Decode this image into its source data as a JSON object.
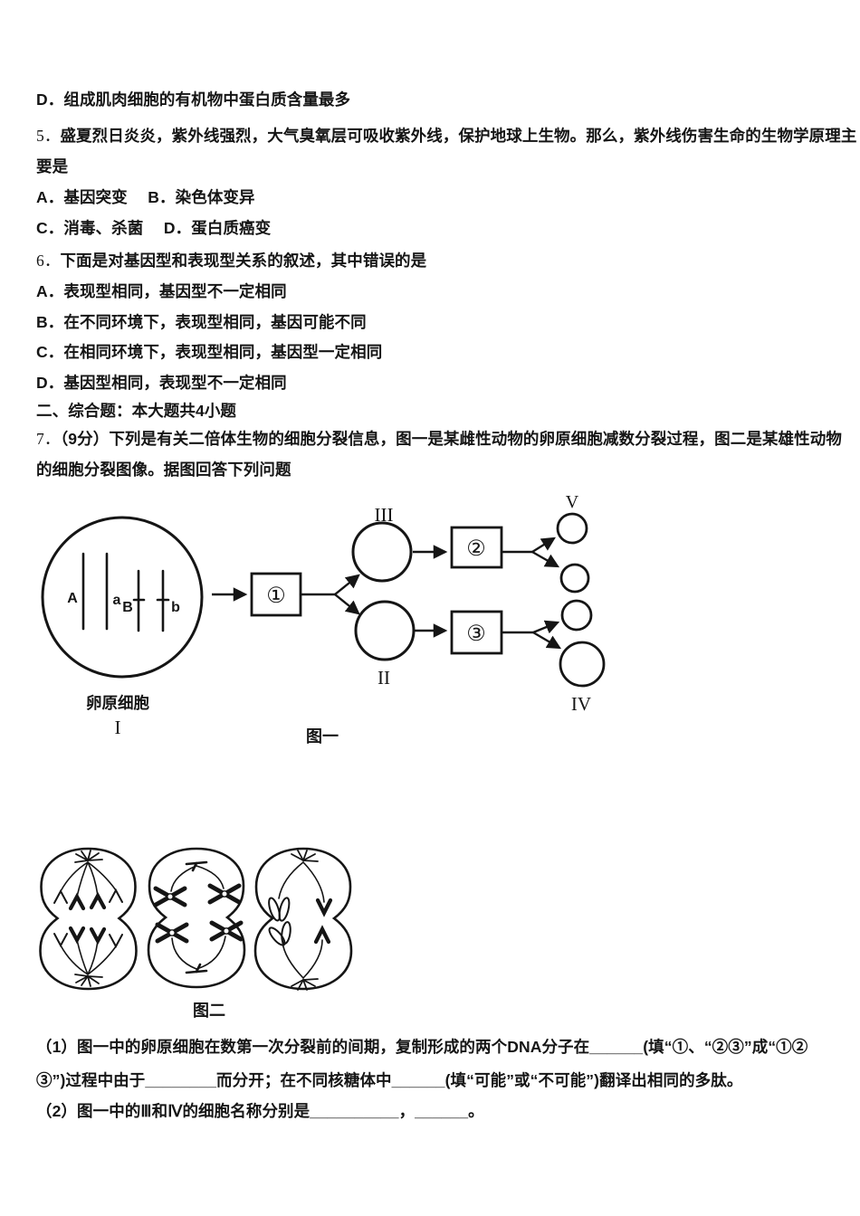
{
  "doc": {
    "prev_option_d": "D．组成肌肉细胞的有机物中蛋白质含量最多",
    "q5": {
      "num": "5．",
      "stem1": "盛夏烈日炎炎，紫外线强烈，大气臭氧层可吸收紫外线，保护地球上生物。那么，紫外线伤害生命的生物学原理主",
      "stem2": "要是",
      "optAB": "A．基因突变　 B．染色体变异",
      "optCD": "C．消毒、杀菌　 D．蛋白质癌变"
    },
    "q6": {
      "num": "6．",
      "stem": "下面是对基因型和表现型关系的叙述，其中错误的是",
      "optA": "A．表现型相同，基因型不一定相同",
      "optB": "B．在不同环境下，表现型相同，基因可能不同",
      "optC": "C．在相同环境下，表现型相同，基因型一定相同",
      "optD": "D．基因型相同，表现型不一定相同"
    },
    "section_header": "二、综合题：本大题共4小题",
    "q7": {
      "num": "7．",
      "stem1": "（9分）下列是有关二倍体生物的细胞分裂信息，图一是某雌性动物的卵原细胞减数分裂过程，图二是某雄性动物",
      "stem2": "的细胞分裂图像。据图回答下列问题",
      "sub1_line1": "（1）图一中的卵原细胞在数第一次分裂前的间期，复制形成的两个DNA分子在______(填“①、“②③”成“①②",
      "sub1_line2": "③”)过程中由于________而分开；在不同核糖体中______(填“可能”或“不可能”)翻译出相同的多肽。",
      "sub2": "（2）图一中的Ⅲ和Ⅳ的细胞名称分别是__________，______。"
    }
  },
  "figure1": {
    "caption": "图一",
    "oogonium_label": "卵原细胞",
    "chromosomes": {
      "A": "A",
      "a": "a",
      "B": "B",
      "b": "b"
    },
    "romans": {
      "I": "I",
      "II": "II",
      "III": "III",
      "IV": "IV",
      "V": "V"
    },
    "steps": {
      "s1": "①",
      "s2": "②",
      "s3": "③"
    }
  },
  "figure2": {
    "caption": "图二"
  }
}
